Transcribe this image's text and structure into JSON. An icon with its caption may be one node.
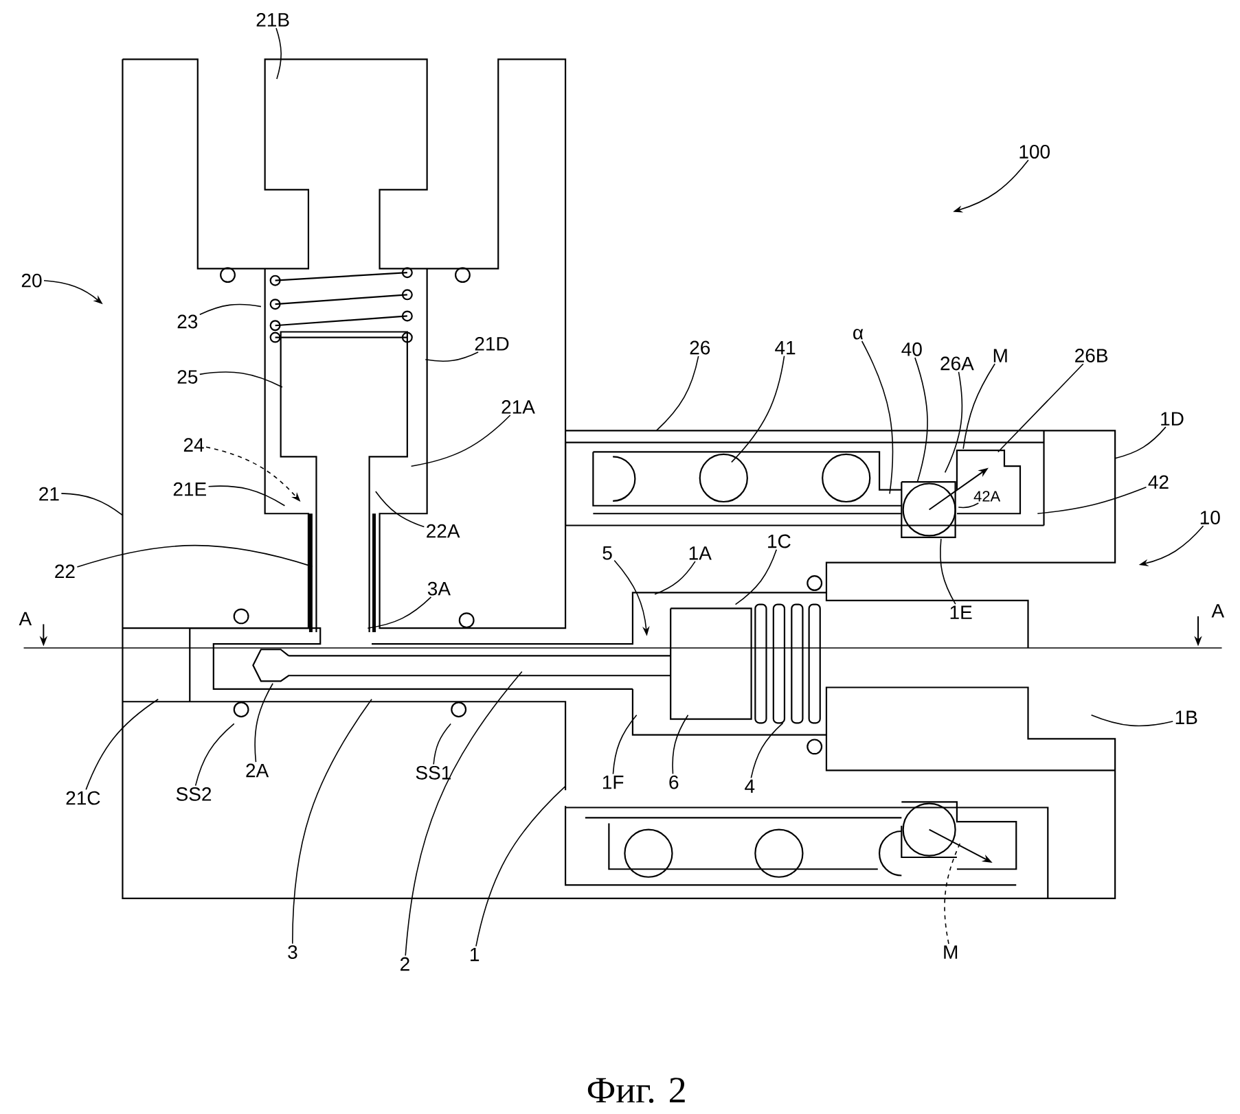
{
  "diagram": {
    "caption": "Фиг. 2",
    "nodes": [
      {
        "text": [
          "21B"
        ]
      },
      {
        "text": [
          "100"
        ]
      },
      {
        "text": [
          "20"
        ]
      },
      {
        "text": [
          "23"
        ]
      },
      {
        "text": [
          "25"
        ]
      },
      {
        "text": [
          "21D"
        ]
      },
      {
        "text": [
          "21A"
        ]
      },
      {
        "text": [
          "24"
        ]
      },
      {
        "text": [
          "21E"
        ]
      },
      {
        "text": [
          "21"
        ]
      },
      {
        "text": [
          "22A"
        ]
      },
      {
        "text": [
          "22"
        ]
      },
      {
        "text": [
          "3A"
        ]
      },
      {
        "text": [
          "26"
        ]
      },
      {
        "text": [
          "41"
        ]
      },
      {
        "text": [
          "α"
        ]
      },
      {
        "text": [
          "40"
        ]
      },
      {
        "text": [
          "26A"
        ]
      },
      {
        "text": [
          "M"
        ]
      },
      {
        "text": [
          "26B"
        ]
      },
      {
        "text": [
          "1D"
        ]
      },
      {
        "text": [
          "42A"
        ]
      },
      {
        "text": [
          "42"
        ]
      },
      {
        "text": [
          "10"
        ]
      },
      {
        "text": [
          "5"
        ]
      },
      {
        "text": [
          "1A"
        ]
      },
      {
        "text": [
          "1C"
        ]
      },
      {
        "text": [
          "1E"
        ]
      },
      {
        "text": [
          "1B"
        ]
      },
      {
        "text": [
          "21C"
        ]
      },
      {
        "text": [
          "SS2"
        ]
      },
      {
        "text": [
          "2A"
        ]
      },
      {
        "text": [
          "SS1"
        ]
      },
      {
        "text": [
          "3"
        ]
      },
      {
        "text": [
          "2"
        ]
      },
      {
        "text": [
          "1"
        ]
      },
      {
        "text": [
          "1F"
        ]
      },
      {
        "text": [
          "6"
        ]
      },
      {
        "text": [
          "4"
        ]
      },
      {
        "text": [
          "M"
        ]
      }
    ],
    "edges": [
      {
        "from": 0,
        "to": null,
        "arrow": "none"
      },
      {
        "from": 1,
        "to": null,
        "arrow": "to"
      },
      {
        "from": 2,
        "to": null,
        "arrow": "to"
      },
      {
        "from": 3,
        "to": null,
        "arrow": "none"
      },
      {
        "from": 4,
        "to": null,
        "arrow": "none"
      },
      {
        "from": 5,
        "to": null,
        "arrow": "none"
      },
      {
        "from": 6,
        "to": null,
        "arrow": "none"
      },
      {
        "from": 7,
        "to": null,
        "arrow": "to",
        "style": "dashed"
      },
      {
        "from": 8,
        "to": null,
        "arrow": "none"
      },
      {
        "from": 9,
        "to": null,
        "arrow": "none"
      },
      {
        "from": 10,
        "to": null,
        "arrow": "none"
      },
      {
        "from": 11,
        "to": null,
        "arrow": "none"
      },
      {
        "from": 12,
        "to": null,
        "arrow": "none"
      },
      {
        "from": 13,
        "to": null,
        "arrow": "none"
      },
      {
        "from": 14,
        "to": null,
        "arrow": "none"
      },
      {
        "from": 15,
        "to": null,
        "arrow": "none"
      },
      {
        "from": 16,
        "to": null,
        "arrow": "none"
      },
      {
        "from": 17,
        "to": null,
        "arrow": "none"
      },
      {
        "from": 18,
        "to": null,
        "arrow": "none"
      },
      {
        "from": 19,
        "to": null,
        "arrow": "none"
      },
      {
        "from": 20,
        "to": null,
        "arrow": "none"
      },
      {
        "from": 21,
        "to": null,
        "arrow": "none"
      },
      {
        "from": 22,
        "to": null,
        "arrow": "none"
      },
      {
        "from": 23,
        "to": null,
        "arrow": "to"
      },
      {
        "from": 24,
        "to": null,
        "arrow": "to"
      },
      {
        "from": 25,
        "to": null,
        "arrow": "none"
      },
      {
        "from": 26,
        "to": null,
        "arrow": "none"
      },
      {
        "from": 27,
        "to": null,
        "arrow": "none"
      },
      {
        "from": 28,
        "to": null,
        "arrow": "none"
      },
      {
        "from": 29,
        "to": null,
        "arrow": "none"
      },
      {
        "from": 30,
        "to": null,
        "arrow": "none"
      },
      {
        "from": 31,
        "to": null,
        "arrow": "none"
      },
      {
        "from": 32,
        "to": null,
        "arrow": "none"
      },
      {
        "from": 33,
        "to": null,
        "arrow": "none"
      },
      {
        "from": 34,
        "to": null,
        "arrow": "none"
      },
      {
        "from": 35,
        "to": null,
        "arrow": "none"
      },
      {
        "from": 36,
        "to": null,
        "arrow": "none"
      },
      {
        "from": 37,
        "to": null,
        "arrow": "none"
      },
      {
        "from": 38,
        "to": null,
        "arrow": "none"
      },
      {
        "from": 39,
        "to": null,
        "arrow": "none",
        "style": "dashed"
      }
    ],
    "labels": [
      "A",
      "A"
    ]
  }
}
